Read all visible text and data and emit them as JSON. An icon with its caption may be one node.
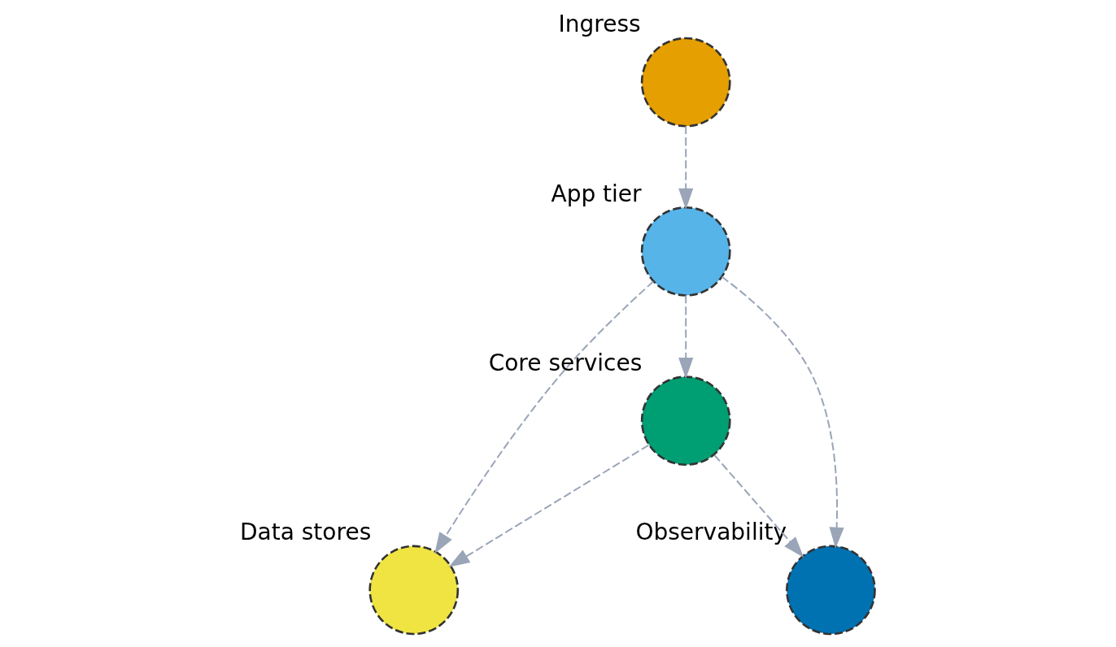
{
  "diagram": {
    "nodes": [
      {
        "text": [
          "Ingress"
        ]
      },
      {
        "text": [
          "App tier"
        ]
      },
      {
        "text": [
          "Data stores"
        ]
      },
      {
        "text": [
          "Observability"
        ]
      },
      {
        "text": [
          "Core services"
        ]
      }
    ],
    "edges": [
      {
        "from": 0,
        "to": 1,
        "arrow": "to",
        "style": "dashed"
      },
      {
        "from": 1,
        "to": 2,
        "arrow": "to",
        "style": "dashed"
      },
      {
        "from": 1,
        "to": 3,
        "arrow": "to",
        "style": "dashed"
      },
      {
        "from": 1,
        "to": 4,
        "arrow": "to",
        "style": "dashed"
      },
      {
        "from": 4,
        "to": 2,
        "arrow": "to",
        "style": "dashed"
      },
      {
        "from": 4,
        "to": 3,
        "arrow": "to",
        "style": "dashed"
      }
    ]
  }
}
